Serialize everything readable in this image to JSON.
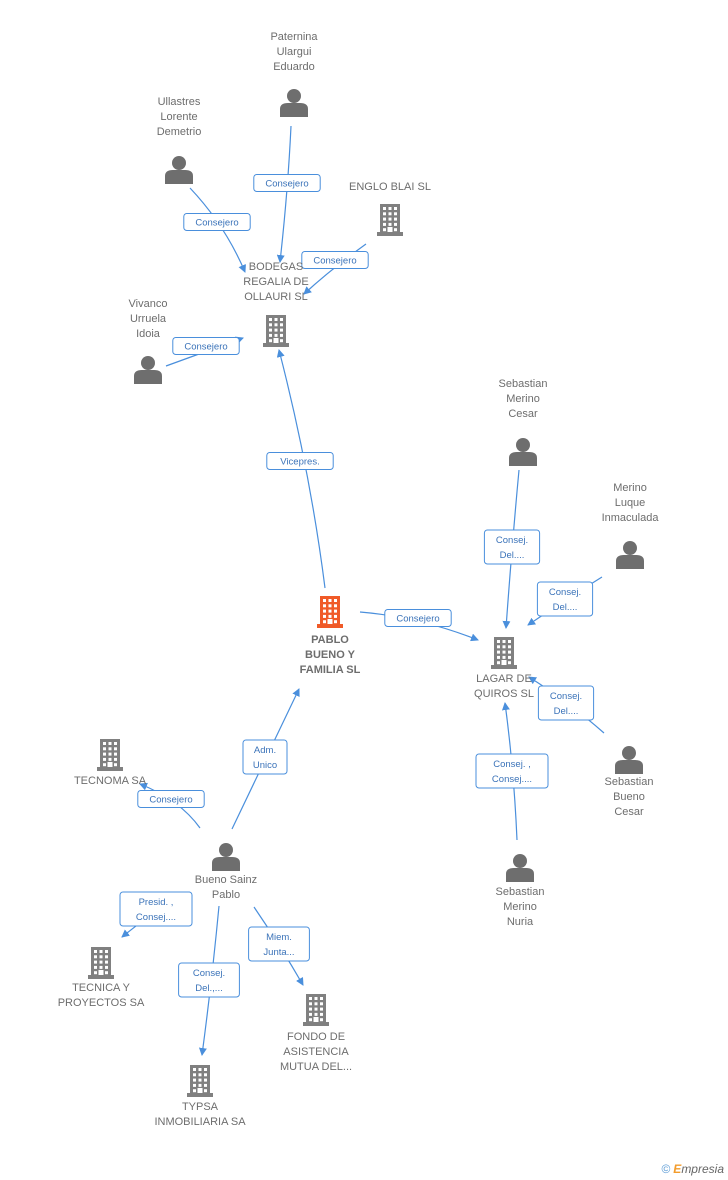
{
  "colors": {
    "company": "#808080",
    "company_main": "#f05a28",
    "person": "#6e6e6e",
    "edge": "#4a8fdc",
    "label_text": "#3b73b9"
  },
  "nodes": [
    {
      "id": "pablo_bueno",
      "type": "company",
      "main": true,
      "lines": [
        "PABLO",
        "BUENO Y",
        "FAMILIA SL"
      ]
    },
    {
      "id": "bodegas",
      "type": "company",
      "lines": [
        "BODEGAS",
        "REGALIA DE",
        "OLLAURI SL"
      ]
    },
    {
      "id": "englo",
      "type": "company",
      "lines": [
        "ENGLO BLAI SL"
      ]
    },
    {
      "id": "paternina",
      "type": "person",
      "lines": [
        "Paternina",
        "Ulargui",
        "Eduardo"
      ]
    },
    {
      "id": "ullastres",
      "type": "person",
      "lines": [
        "Ullastres",
        "Lorente",
        "Demetrio"
      ]
    },
    {
      "id": "vivanco",
      "type": "person",
      "lines": [
        "Vivanco",
        "Urruela",
        "Idoia"
      ]
    },
    {
      "id": "lagar",
      "type": "company",
      "lines": [
        "LAGAR DE",
        "QUIROS SL"
      ]
    },
    {
      "id": "seb_merino_cesar",
      "type": "person",
      "lines": [
        "Sebastian",
        "Merino",
        "Cesar"
      ]
    },
    {
      "id": "merino_luque",
      "type": "person",
      "lines": [
        "Merino",
        "Luque",
        "Inmaculada"
      ]
    },
    {
      "id": "seb_bueno_cesar",
      "type": "person",
      "lines": [
        "Sebastian",
        "Bueno",
        "Cesar"
      ]
    },
    {
      "id": "seb_merino_nuria",
      "type": "person",
      "lines": [
        "Sebastian",
        "Merino",
        "Nuria"
      ]
    },
    {
      "id": "bueno_sainz",
      "type": "person",
      "lines": [
        "Bueno Sainz",
        "Pablo"
      ]
    },
    {
      "id": "tecnoma",
      "type": "company",
      "lines": [
        "TECNOMA SA"
      ]
    },
    {
      "id": "tecnica",
      "type": "company",
      "lines": [
        "TECNICA Y",
        "PROYECTOS SA"
      ]
    },
    {
      "id": "typsa",
      "type": "company",
      "lines": [
        "TYPSA",
        "INMOBILIARIA SA"
      ]
    },
    {
      "id": "fondo",
      "type": "company",
      "lines": [
        "FONDO DE",
        "ASISTENCIA",
        "MUTUA DEL..."
      ]
    }
  ],
  "edges": [
    {
      "from": "paternina",
      "to": "bodegas",
      "label": [
        "Consejero"
      ]
    },
    {
      "from": "ullastres",
      "to": "bodegas",
      "label": [
        "Consejero"
      ]
    },
    {
      "from": "englo",
      "to": "bodegas",
      "label": [
        "Consejero"
      ]
    },
    {
      "from": "vivanco",
      "to": "bodegas",
      "label": [
        "Consejero"
      ]
    },
    {
      "from": "pablo_bueno",
      "to": "bodegas",
      "label": [
        "Vicepres."
      ]
    },
    {
      "from": "pablo_bueno",
      "to": "lagar",
      "label": [
        "Consejero"
      ]
    },
    {
      "from": "seb_merino_cesar",
      "to": "lagar",
      "label": [
        "Consej.",
        "Del...."
      ]
    },
    {
      "from": "merino_luque",
      "to": "lagar",
      "label": [
        "Consej.",
        "Del...."
      ]
    },
    {
      "from": "seb_bueno_cesar",
      "to": "lagar",
      "label": [
        "Consej.",
        "Del...."
      ]
    },
    {
      "from": "seb_merino_nuria",
      "to": "lagar",
      "label": [
        "Consej. ,",
        "Consej...."
      ]
    },
    {
      "from": "bueno_sainz",
      "to": "pablo_bueno",
      "label": [
        "Adm.",
        "Unico"
      ]
    },
    {
      "from": "bueno_sainz",
      "to": "tecnoma",
      "label": [
        "Consejero"
      ]
    },
    {
      "from": "bueno_sainz",
      "to": "tecnica",
      "label": [
        "Presid. ,",
        "Consej...."
      ]
    },
    {
      "from": "bueno_sainz",
      "to": "typsa",
      "label": [
        "Consej.",
        "Del.,..."
      ]
    },
    {
      "from": "bueno_sainz",
      "to": "fondo",
      "label": [
        "Miem.",
        "Junta..."
      ]
    }
  ],
  "footer": {
    "copyright": "©",
    "brand_initial": "E",
    "brand_rest": "mpresia"
  }
}
